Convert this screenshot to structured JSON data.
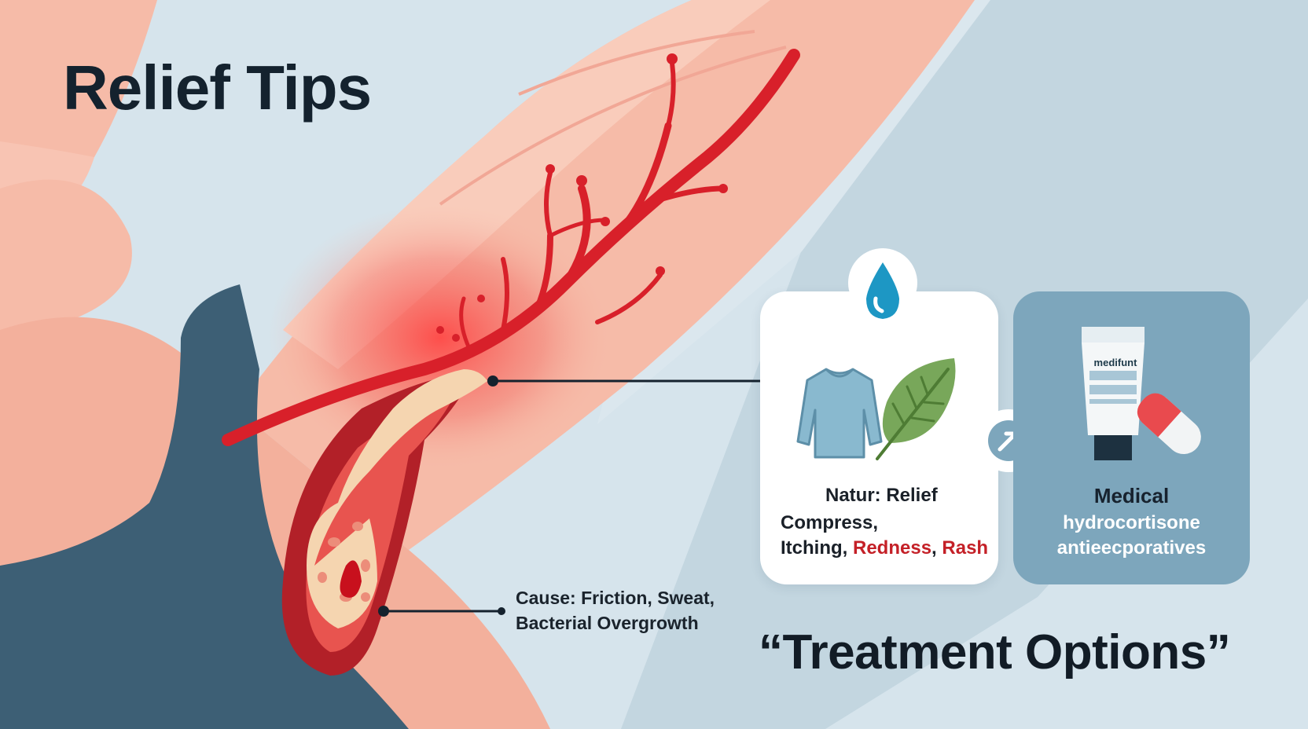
{
  "title": "Relief Tips",
  "cause": {
    "line1": "Cause: Friction, Sweat,",
    "line2": "Bacterial Overgrowth"
  },
  "natural_card": {
    "title": "Natur: Relief",
    "line1": "Compress,",
    "symptoms_prefix": "Itching, ",
    "symptom_red1": "Redness",
    "symptoms_sep": ", ",
    "symptom_red2": "Rash"
  },
  "medical_card": {
    "title": "Medical",
    "line1": "hydrocortisone",
    "line2": "antieеcporatives",
    "tube_label": "medifunt"
  },
  "footer_title": "“Treatment Options”",
  "icons": {
    "drop": "water-drop-icon",
    "shirt": "shirt-icon",
    "leaf": "leaf-icon",
    "arrow": "arrow-icon",
    "tube": "cream-tube-icon",
    "pill": "pill-icon"
  },
  "colors": {
    "skin": "#f6bba8",
    "skin_light": "#fbd3c4",
    "background": "#d6e4ec",
    "shirt_dark": "#3d5f75",
    "inflammation": "#d8202a",
    "medical_card": "#7da6bc",
    "drop": "#1d97c4",
    "leaf": "#78a75a",
    "text_dark": "#14222e",
    "text_red": "#c42027"
  }
}
